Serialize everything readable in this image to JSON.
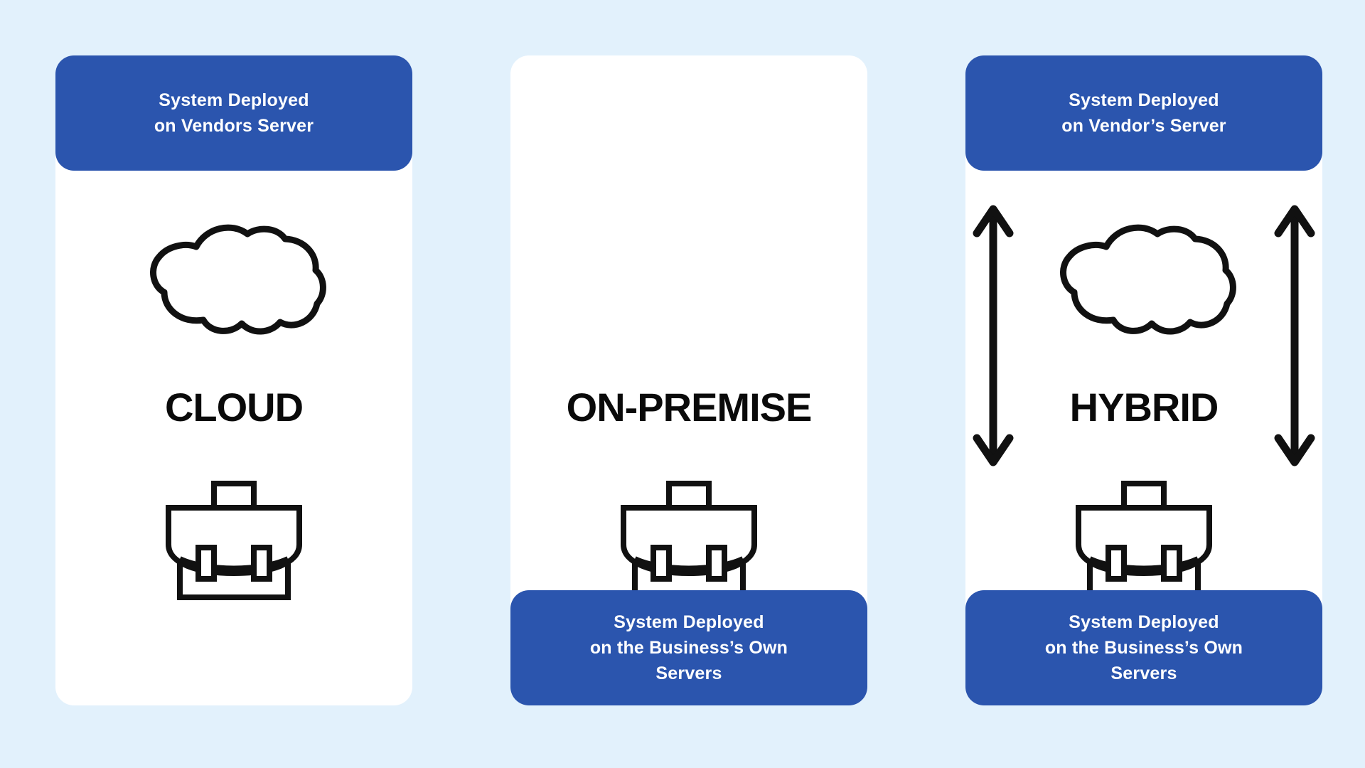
{
  "page": {
    "background_color": "#e2f1fc",
    "accent_color": "#2b55ae",
    "banner_text_color": "#ffffff",
    "title_color": "#0a0a0a",
    "icon_stroke_color": "#111111"
  },
  "cards": [
    {
      "id": "cloud",
      "title": "CLOUD",
      "top_banner": {
        "line1": "System Deployed",
        "line2": "on Vendors Server",
        "line3": ""
      },
      "bottom_banner": null,
      "icons": [
        "cloud-icon",
        "briefcase-icon"
      ]
    },
    {
      "id": "on-premise",
      "title": "ON-PREMISE",
      "top_banner": null,
      "bottom_banner": {
        "line1": "System Deployed",
        "line2": "on the Business’s Own",
        "line3": "Servers"
      },
      "icons": [
        "briefcase-icon"
      ]
    },
    {
      "id": "hybrid",
      "title": "HYBRID",
      "top_banner": {
        "line1": "System Deployed",
        "line2": "on Vendor’s Server",
        "line3": ""
      },
      "bottom_banner": {
        "line1": "System Deployed",
        "line2": "on the Business’s Own",
        "line3": "Servers"
      },
      "icons": [
        "cloud-icon",
        "briefcase-icon",
        "double-arrow-icon",
        "double-arrow-icon"
      ]
    }
  ]
}
